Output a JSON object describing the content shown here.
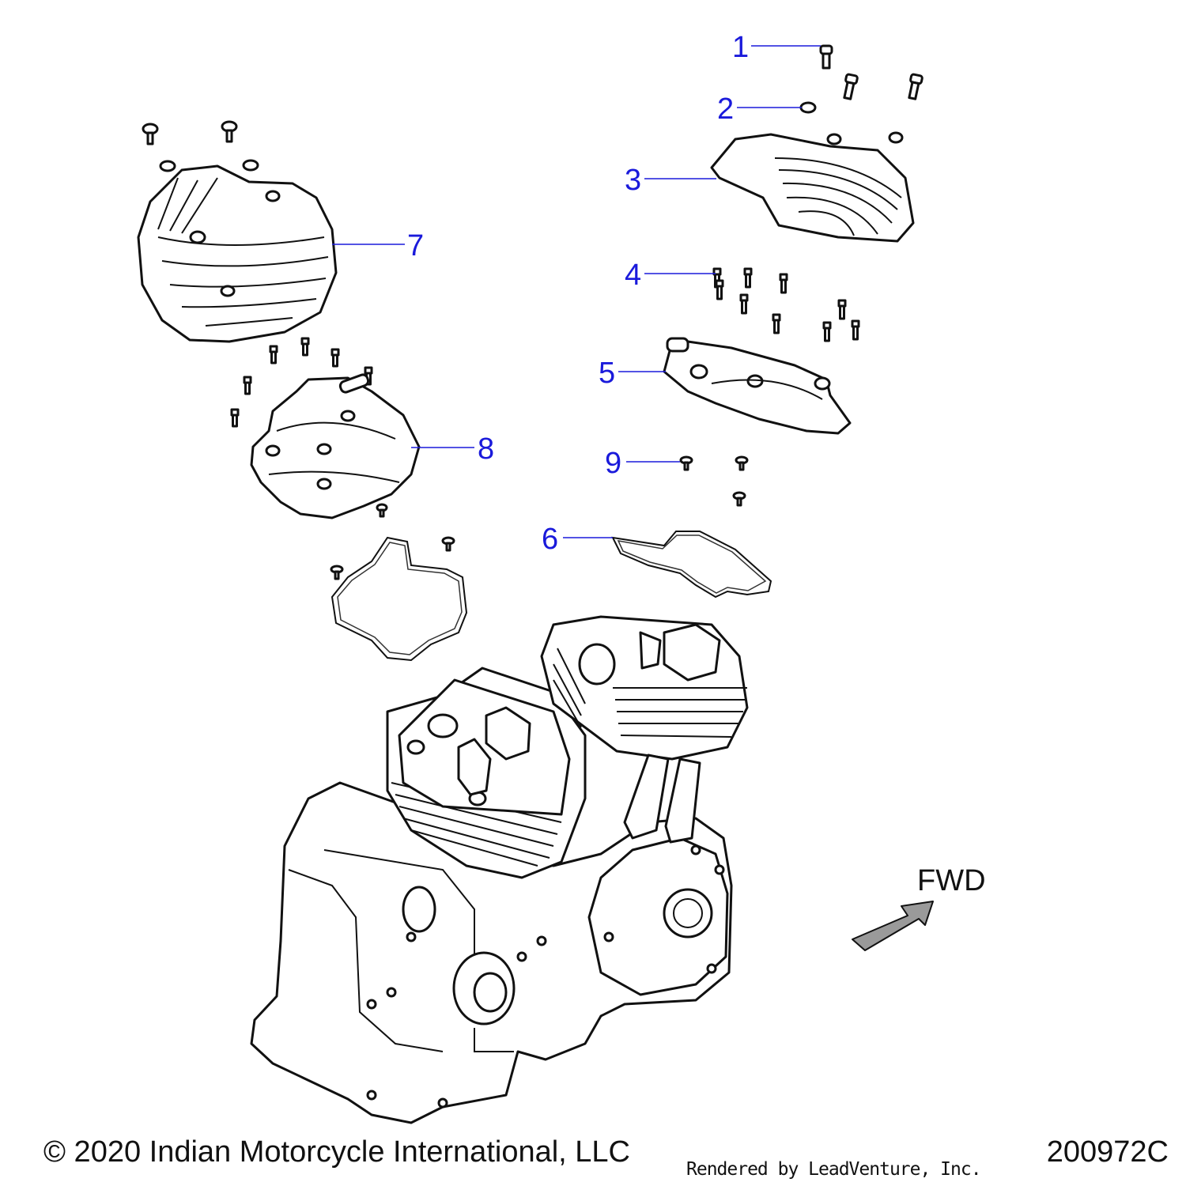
{
  "callouts": [
    {
      "label": "1"
    },
    {
      "label": "2"
    },
    {
      "label": "3"
    },
    {
      "label": "4"
    },
    {
      "label": "5"
    },
    {
      "label": "6"
    },
    {
      "label": "7"
    },
    {
      "label": "8"
    },
    {
      "label": "9"
    }
  ],
  "direction_label": "FWD",
  "footer": {
    "copyright": "© 2020 Indian Motorcycle International, LLC",
    "rendered_by": "Rendered by LeadVenture, Inc.",
    "drawing_number": "200972C"
  },
  "colors": {
    "callout": "#1a1adb",
    "line": "#111111",
    "arrow": "#9a9a9a"
  }
}
